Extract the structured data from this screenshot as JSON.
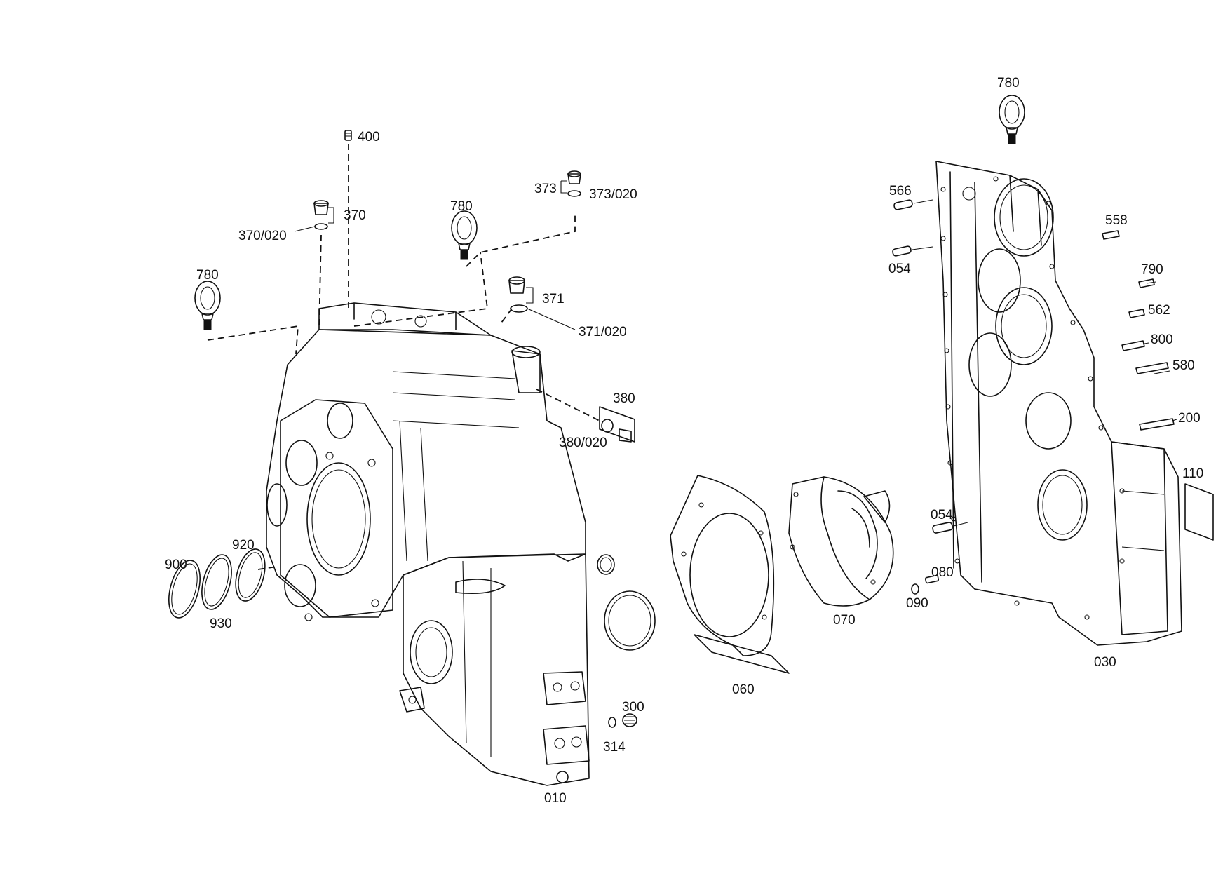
{
  "diagram": {
    "labels": {
      "p400": "400",
      "p373": "373",
      "p373_020": "373/020",
      "p370": "370",
      "p370_020": "370/020",
      "p780_top_right": "780",
      "p780_center": "780",
      "p780_left": "780",
      "p371": "371",
      "p371_020": "371/020",
      "p380": "380",
      "p380_020": "380/020",
      "p920": "920",
      "p900": "900",
      "p930": "930",
      "p010": "010",
      "p300": "300",
      "p314": "314",
      "p060": "060",
      "p070": "070",
      "p054_upper": "054",
      "p054_lower": "054",
      "p566": "566",
      "p558": "558",
      "p790": "790",
      "p562": "562",
      "p800": "800",
      "p580": "580",
      "p200": "200",
      "p110": "110",
      "p080": "080",
      "p090": "090",
      "p030": "030"
    }
  }
}
